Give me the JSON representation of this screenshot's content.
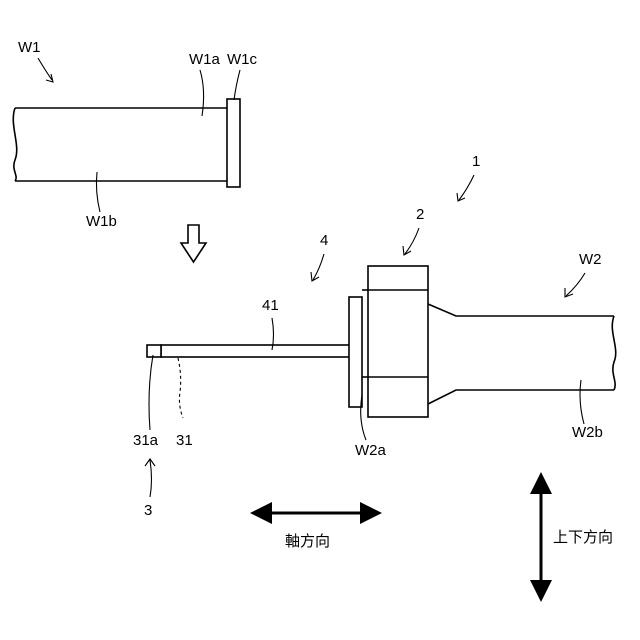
{
  "labels": {
    "w1": "W1",
    "w1a": "W1a",
    "w1c": "W1c",
    "w1b": "W1b",
    "assembly": "1",
    "part2": "2",
    "part4": "4",
    "rod": "41",
    "w2": "W2",
    "w2b": "W2b",
    "w2a": "W2a",
    "tip": "31a",
    "inner": "31",
    "part3": "3"
  },
  "directions": {
    "axial": "軸方向",
    "vertical": "上下方向"
  }
}
